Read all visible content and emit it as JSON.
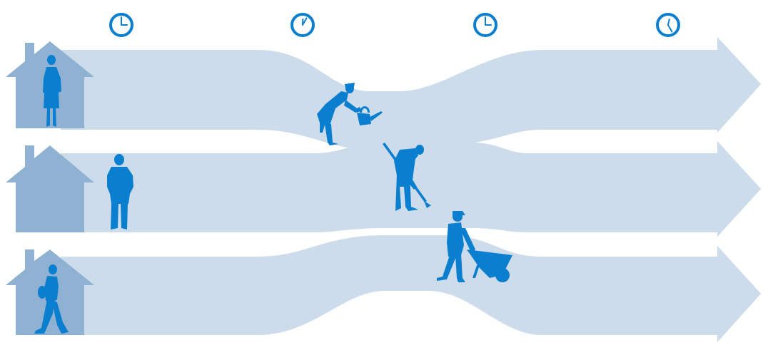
{
  "diagram": {
    "colors": {
      "stream": "#cddceb",
      "house": "#8fb2d3",
      "figure": "#0b7fcf",
      "clock_ring": "#0b7fcf",
      "background": "#ffffff"
    },
    "clocks": [
      {
        "icon": "clock-icon",
        "hour": 3,
        "minute": 0
      },
      {
        "icon": "clock-icon",
        "hour": 12,
        "minute": 5
      },
      {
        "icon": "clock-icon",
        "hour": 3,
        "minute": 0
      },
      {
        "icon": "clock-icon",
        "hour": 12,
        "minute": 25
      }
    ],
    "lanes": [
      {
        "house_icon": "house-icon",
        "figure_icon": "standing-woman-icon"
      },
      {
        "house_icon": "house-icon",
        "figure_icon": "standing-man-icon"
      },
      {
        "house_icon": "house-icon",
        "figure_icon": "walking-person-icon"
      }
    ],
    "activities": [
      {
        "figure_icon": "gardener-watering-can-icon"
      },
      {
        "figure_icon": "gardener-raking-icon"
      },
      {
        "figure_icon": "worker-wheelbarrow-icon"
      }
    ],
    "arrowheads": [
      {
        "icon": "arrowhead-icon"
      },
      {
        "icon": "arrowhead-icon"
      },
      {
        "icon": "arrowhead-icon"
      }
    ]
  }
}
